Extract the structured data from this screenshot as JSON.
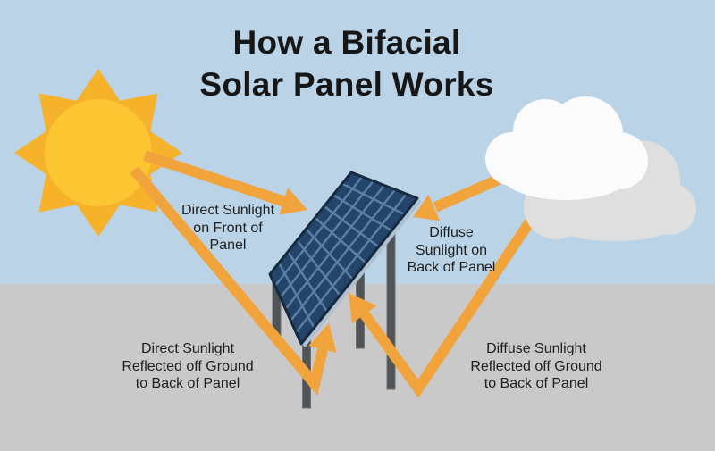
{
  "title": {
    "lines": [
      "How a Bifacial",
      "Solar Panel Works"
    ]
  },
  "labels": {
    "direct_front": {
      "lines": [
        "Direct Sunlight",
        "on Front of",
        "Panel"
      ]
    },
    "diffuse_back": {
      "lines": [
        "Diffuse",
        "Sunlight on",
        "Back of Panel"
      ]
    },
    "direct_reflected": {
      "lines": [
        "Direct Sunlight",
        "Reflected off Ground",
        "to Back of Panel"
      ]
    },
    "diffuse_reflected": {
      "lines": [
        "Diffuse Sunlight",
        "Reflected off Ground",
        "to Back of Panel"
      ]
    }
  },
  "icons": {
    "sun": "sun-icon",
    "cloud": "cloud-icon",
    "solar_panel": "solar-panel-icon",
    "arrow": "arrow-icon"
  },
  "colors": {
    "sky": "#BBD3E6",
    "ground": "#C9C9C9",
    "sun_core": "#FCC532",
    "sun_ray": "#F5B22A",
    "beam": "#F2A43C",
    "panel_cell": "#23456B",
    "panel_grid": "#5C80A4",
    "panel_border": "#16293F",
    "panel_edge_highlight": "#AFC0CF",
    "leg": "#515457",
    "leg_outline": "#6E7174",
    "cloud_front": "#FBFBFB",
    "cloud_back": "#DFDFDF",
    "title_text": "#161616",
    "label_text": "#1F1F1F"
  }
}
